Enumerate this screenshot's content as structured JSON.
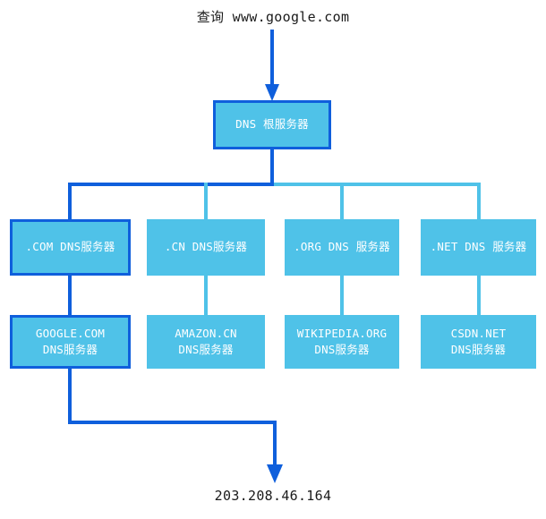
{
  "diagram": {
    "type": "dns-resolution-hierarchy",
    "colors": {
      "node_fill": "#4FC2E8",
      "node_text": "#FFFFFF",
      "highlight_stroke": "#0F5FDC",
      "normal_stroke": "#4FC2E8",
      "caption_text": "#1A1A1A",
      "background": "#FFFFFF"
    },
    "query_caption": "查询 www.google.com",
    "result_caption": "203.208.46.164",
    "nodes": {
      "root": {
        "label": "DNS 根服务器",
        "highlighted": true
      },
      "tld": [
        {
          "label": ".COM DNS服务器",
          "highlighted": true
        },
        {
          "label": ".CN DNS服务器",
          "highlighted": false
        },
        {
          "label": ".ORG DNS 服务器",
          "highlighted": false
        },
        {
          "label": ".NET DNS 服务器",
          "highlighted": false
        }
      ],
      "authoritative": [
        {
          "line1": "GOOGLE.COM",
          "line2": "DNS服务器",
          "highlighted": true
        },
        {
          "line1": "AMAZON.CN",
          "line2": "DNS服务器",
          "highlighted": false
        },
        {
          "line1": "WIKIPEDIA.ORG",
          "line2": "DNS服务器",
          "highlighted": false
        },
        {
          "line1": "CSDN.NET",
          "line2": "DNS服务器",
          "highlighted": false
        }
      ]
    }
  }
}
